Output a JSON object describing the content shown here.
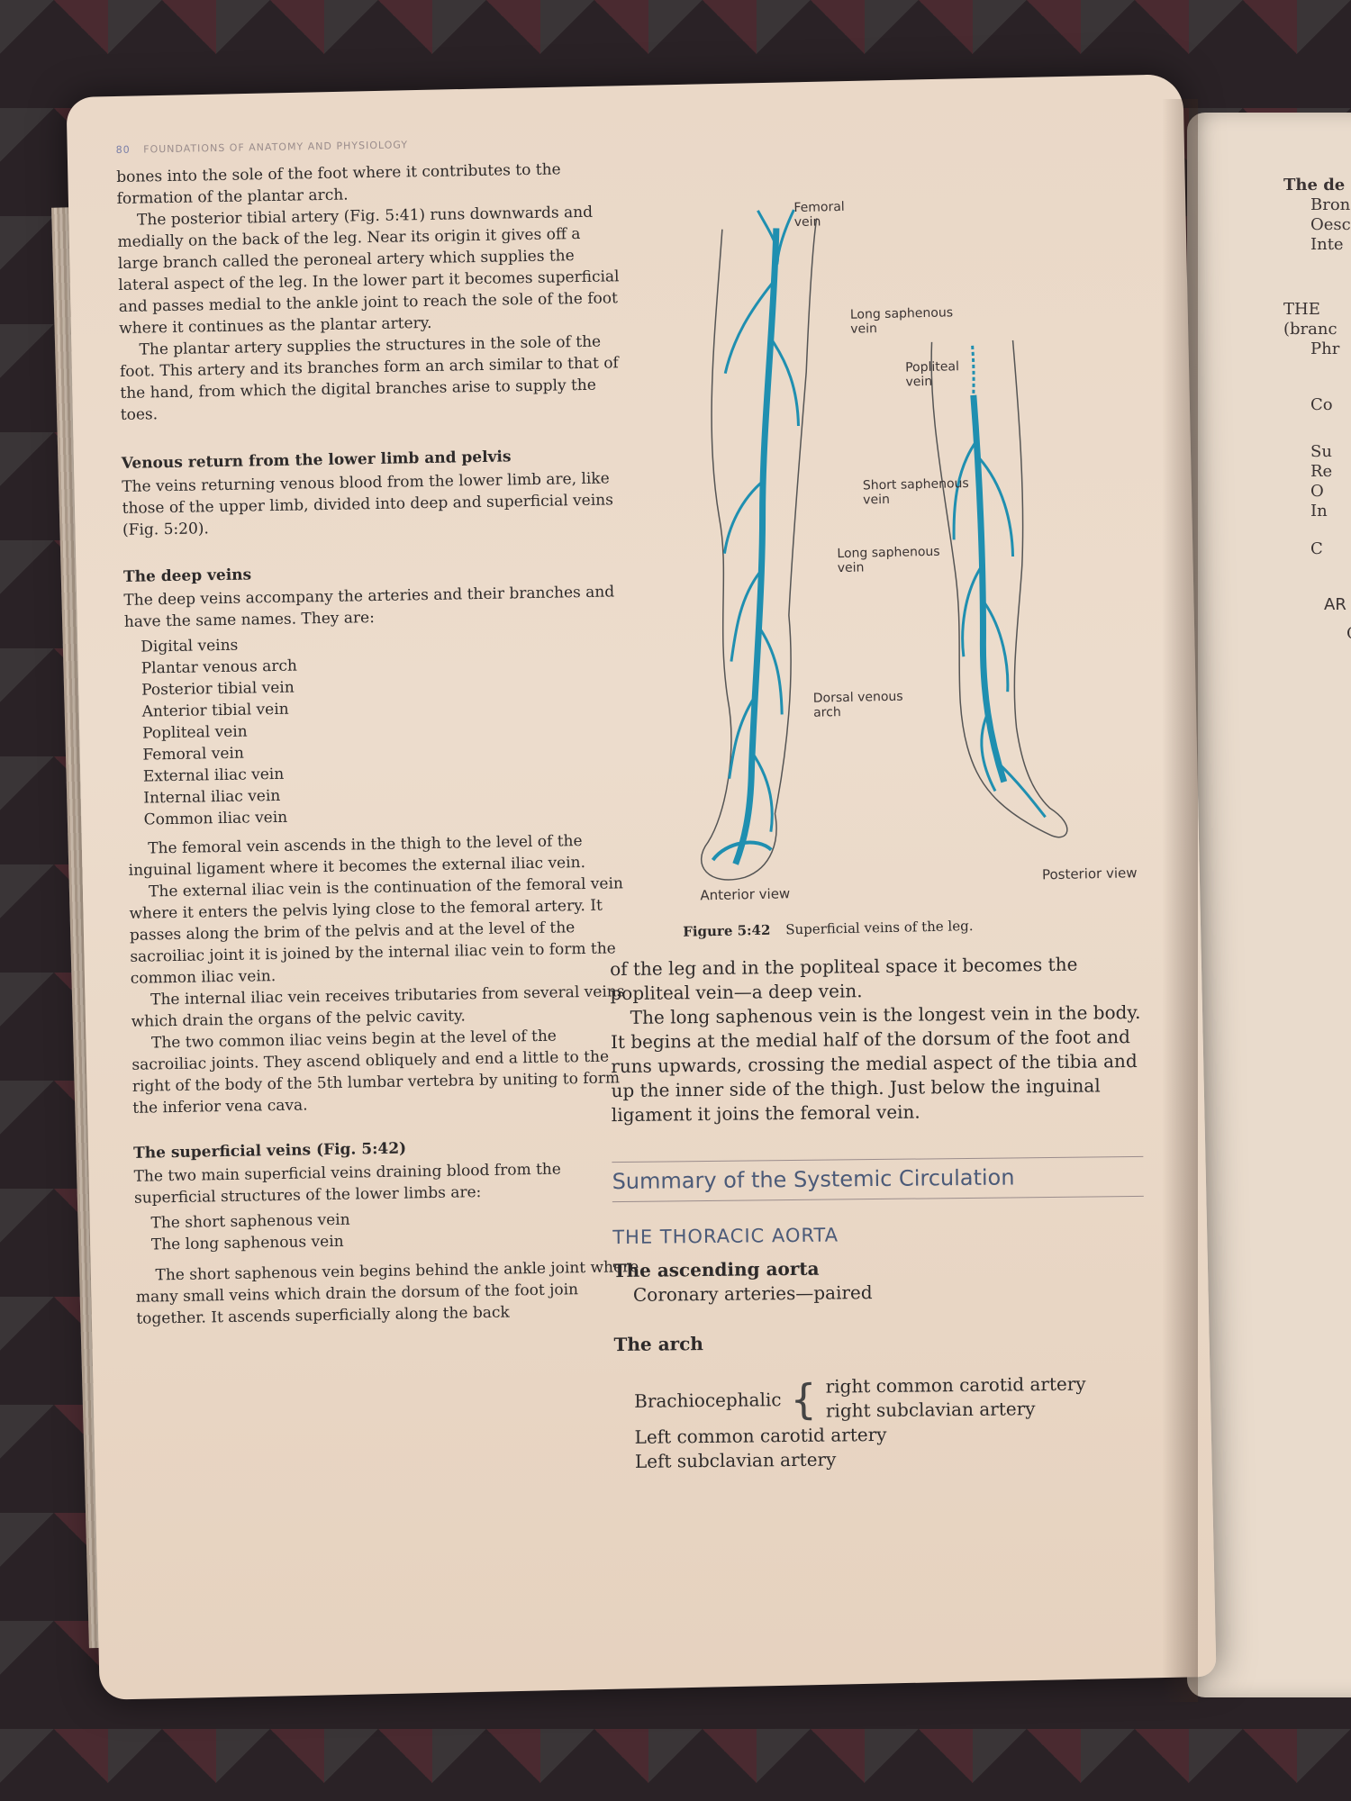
{
  "running_head": {
    "page_number": "80",
    "title": "FOUNDATIONS OF ANATOMY AND PHYSIOLOGY"
  },
  "left_column": {
    "p1": "bones into the sole of the foot where it contributes to the formation of the plantar arch.",
    "p2": "The posterior tibial artery (Fig. 5:41) runs downwards and medially on the back of the leg. Near its origin it gives off a large branch called the peroneal artery which supplies the lateral aspect of the leg. In the lower part it becomes superficial and passes medial to the ankle joint to reach the sole of the foot where it continues as the plantar artery.",
    "p3": "The plantar artery supplies the structures in the sole of the foot. This artery and its branches form an arch similar to that of the hand, from which the digital branches arise to supply the toes.",
    "h_venous": "Venous return from the lower limb and pelvis",
    "p4": "The veins returning venous blood from the lower limb are, like those of the upper limb, divided into deep and superficial veins (Fig. 5:20).",
    "h_deep": "The deep veins",
    "p5": "The deep veins accompany the arteries and their branches and have the same names. They are:",
    "deep_veins": [
      "Digital veins",
      "Plantar venous arch",
      "Posterior tibial vein",
      "Anterior tibial vein",
      "Popliteal vein",
      "Femoral vein",
      "External iliac vein",
      "Internal iliac vein",
      "Common iliac vein"
    ],
    "p6": "The femoral vein ascends in the thigh to the level of the inguinal ligament where it becomes the external iliac vein.",
    "p7": "The external iliac vein is the continuation of the femoral vein where it enters the pelvis lying close to the femoral artery. It passes along the brim of the pelvis and at the level of the sacroiliac joint it is joined by the internal iliac vein to form the common iliac vein.",
    "p8": "The internal iliac vein receives tributaries from several veins which drain the organs of the pelvic cavity.",
    "p9": "The two common iliac veins begin at the level of the sacroiliac joints. They ascend obliquely and end a little to the right of the body of the 5th lumbar vertebra by uniting to form the inferior vena cava.",
    "h_superficial": "The superficial veins (Fig. 5:42)",
    "p10": "The two main superficial veins draining blood from the superficial structures of the lower limbs are:",
    "superficial_veins": [
      "The short saphenous vein",
      "The long saphenous vein"
    ],
    "p11": "The short saphenous vein begins behind the ankle joint where many small veins which drain the dorsum of the foot join together. It ascends superficially along the back"
  },
  "figure": {
    "labels": {
      "femoral": "Femoral vein",
      "long_saphenous_top": "Long saphenous vein",
      "popliteal": "Popliteal vein",
      "short_saphenous": "Short saphenous vein",
      "long_saphenous_mid": "Long saphenous vein",
      "dorsal_arch": "Dorsal venous arch"
    },
    "anterior_view": "Anterior view",
    "posterior_view": "Posterior view",
    "caption_number": "Figure 5:42",
    "caption_text": "Superficial veins of the leg.",
    "vein_color": "#1f8fb0"
  },
  "right_column": {
    "p1": "of the leg and in the popliteal space it becomes the popliteal vein—a deep vein.",
    "p2": "The long saphenous vein is the longest vein in the body. It begins at the medial half of the dorsum of the foot and runs upwards, crossing the medial aspect of the tibia and up the inner side of the thigh. Just below the inguinal ligament it joins the femoral vein.",
    "summary_title": "Summary of the Systemic Circulation",
    "thoracic": "THE THORACIC AORTA",
    "ascending_h": "The ascending aorta",
    "ascending_item": "Coronary arteries—paired",
    "arch_h": "The arch",
    "brachio": "Brachiocephalic",
    "brachio_branches": [
      "right common carotid artery",
      "right subclavian artery"
    ],
    "arch_items": [
      "Left common carotid artery",
      "Left subclavian artery"
    ]
  },
  "facing_page_edge": [
    "The de",
    "Bron",
    "Oesc",
    "Inte",
    "THE",
    "(branc",
    "Phr",
    "Co",
    "Su",
    "Re",
    "O",
    "In",
    "C",
    "AR",
    "C"
  ]
}
